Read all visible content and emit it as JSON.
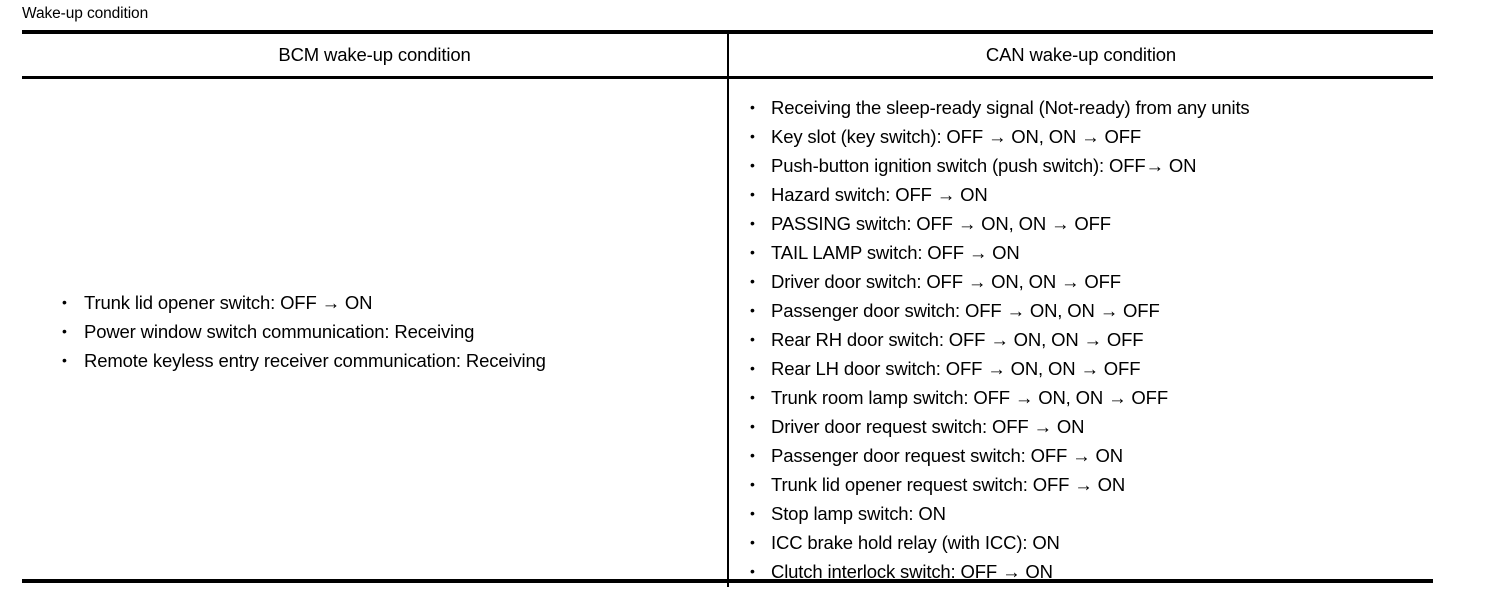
{
  "section": {
    "caption": "Wake-up condition"
  },
  "table": {
    "headers": {
      "left": "BCM wake-up condition",
      "right": "CAN wake-up condition"
    },
    "bullet_glyph": "•",
    "bcm_conditions": [
      "Trunk lid opener switch: OFF → ON",
      "Power window switch communication: Receiving",
      "Remote keyless entry receiver communication: Receiving"
    ],
    "can_conditions": [
      "Receiving the sleep-ready signal (Not-ready) from any units",
      "Key slot (key switch): OFF → ON, ON → OFF",
      "Push-button ignition switch (push switch): OFF→ ON",
      "Hazard switch: OFF → ON",
      "PASSING switch: OFF → ON, ON → OFF",
      "TAIL LAMP switch: OFF → ON",
      "Driver door switch: OFF → ON, ON → OFF",
      "Passenger door switch: OFF → ON, ON → OFF",
      "Rear RH door switch: OFF → ON, ON → OFF",
      "Rear LH door switch: OFF → ON, ON → OFF",
      "Trunk room lamp switch: OFF → ON, ON → OFF",
      "Driver door request switch: OFF → ON",
      "Passenger door request switch: OFF → ON",
      "Trunk lid opener request switch: OFF → ON",
      "Stop lamp switch: ON",
      "ICC brake hold relay (with ICC): ON",
      "Clutch interlock switch: OFF → ON"
    ]
  },
  "colors": {
    "ink": "#000000",
    "paper": "#ffffff"
  }
}
